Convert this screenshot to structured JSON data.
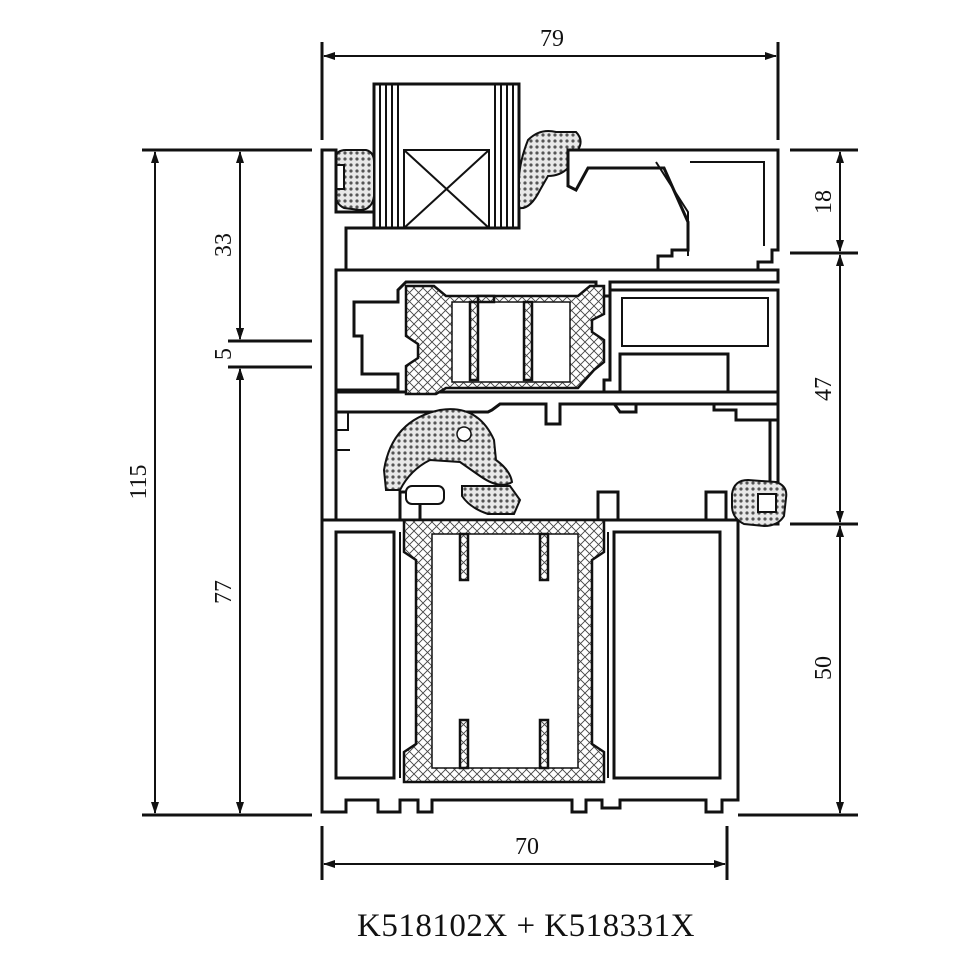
{
  "title": "K518102X + K518331X",
  "dimensions": {
    "top_width": "79",
    "bottom_width": "70",
    "left_overall": "115",
    "left_upper": "33",
    "left_gap": "5",
    "left_lower": "77",
    "right_top": "18",
    "right_middle": "47",
    "right_bottom": "50"
  }
}
